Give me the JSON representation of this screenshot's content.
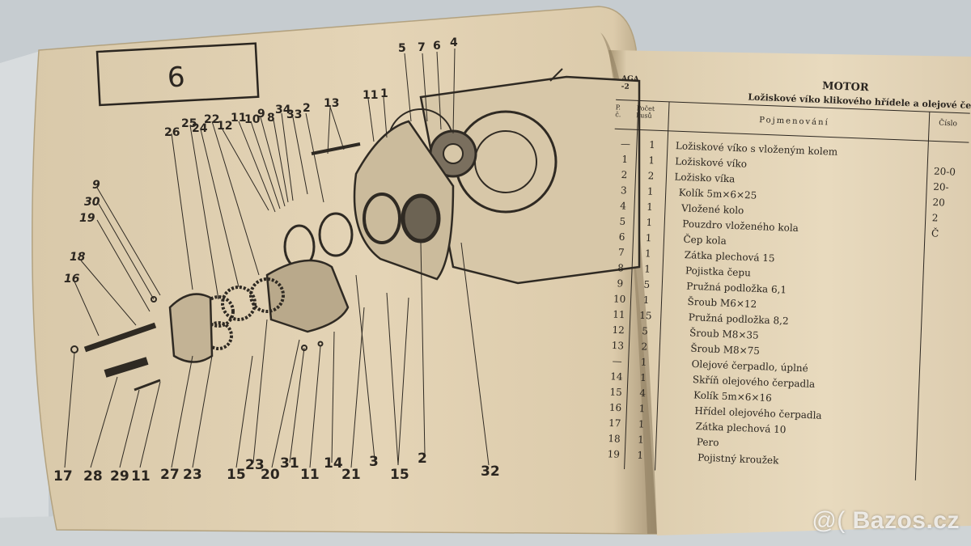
{
  "left_page": {
    "figure_number": "6",
    "callouts_top": [
      "5",
      "7",
      "6",
      "4",
      "13",
      "11",
      "1",
      "11",
      "10",
      "9",
      "8",
      "34",
      "33",
      "2",
      "25",
      "22",
      "26",
      "24",
      "12"
    ],
    "callouts_left": [
      "9",
      "30",
      "19",
      "18",
      "16"
    ],
    "callouts_bottom": [
      "17",
      "28",
      "29",
      "11",
      "27",
      "23",
      "15",
      "23",
      "20",
      "31",
      "11",
      "14",
      "21",
      "3",
      "15",
      "2",
      "32"
    ]
  },
  "right_page": {
    "corner_code": "AGA\n-2",
    "section": "MOTOR",
    "subtitle": "Ložiskové víko klikového hřídele a olejové čerp",
    "col_pos": "P.\nč.",
    "col_count": "Počet\nkusů",
    "col_name": "Pojmenování",
    "col_num": "Číslo",
    "rows": [
      {
        "pos": "—",
        "count": "1",
        "name": "Ložiskové víko s vloženým kolem",
        "num": ""
      },
      {
        "pos": "1",
        "count": "1",
        "name": "Ložiskové víko",
        "num": "20-0"
      },
      {
        "pos": "2",
        "count": "2",
        "name": "Ložisko víka",
        "num": "20-"
      },
      {
        "pos": "3",
        "count": "1",
        "name": "Kolík 5m×6×25",
        "num": "20"
      },
      {
        "pos": "4",
        "count": "1",
        "name": "Vložené kolo",
        "num": "2"
      },
      {
        "pos": "5",
        "count": "1",
        "name": "Pouzdro vloženého kola",
        "num": "Č"
      },
      {
        "pos": "6",
        "count": "1",
        "name": "Čep kola",
        "num": ""
      },
      {
        "pos": "7",
        "count": "1",
        "name": "Zátka plechová 15",
        "num": ""
      },
      {
        "pos": "8",
        "count": "1",
        "name": "Pojistka čepu",
        "num": ""
      },
      {
        "pos": "9",
        "count": "5",
        "name": "Pružná podložka 6,1",
        "num": ""
      },
      {
        "pos": "10",
        "count": "1",
        "name": "Šroub M6×12",
        "num": ""
      },
      {
        "pos": "11",
        "count": "15",
        "name": "Pružná podložka 8,2",
        "num": ""
      },
      {
        "pos": "12",
        "count": "5",
        "name": "Šroub M8×35",
        "num": ""
      },
      {
        "pos": "13",
        "count": "2",
        "name": "Šroub M8×75",
        "num": ""
      },
      {
        "pos": "—",
        "count": "1",
        "name": "Olejové čerpadlo, úplné",
        "num": ""
      },
      {
        "pos": "14",
        "count": "1",
        "name": "Skříň olejového čerpadla",
        "num": ""
      },
      {
        "pos": "15",
        "count": "4",
        "name": "Kolík 5m×6×16",
        "num": ""
      },
      {
        "pos": "16",
        "count": "1",
        "name": "Hřídel olejového čerpadla",
        "num": ""
      },
      {
        "pos": "17",
        "count": "1",
        "name": "Zátka plechová 10",
        "num": ""
      },
      {
        "pos": "18",
        "count": "1",
        "name": "Pero",
        "num": ""
      },
      {
        "pos": "19",
        "count": "1",
        "name": "Pojistný kroužek",
        "num": ""
      }
    ]
  },
  "watermark": {
    "symbol": "@(",
    "text": "Bazos.cz"
  },
  "colors": {
    "paper": "#e6d7bb",
    "paper_shadow": "#b9a888",
    "ink": "#2b2620",
    "background": "#c9cfd3"
  }
}
